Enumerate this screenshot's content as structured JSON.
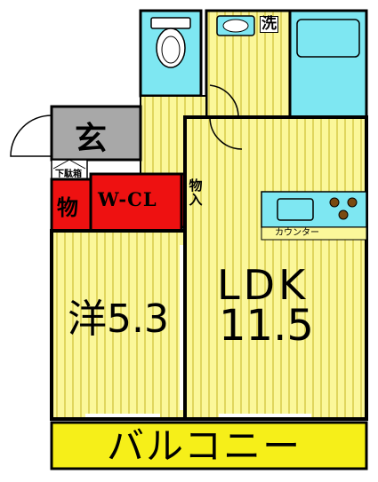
{
  "rooms": {
    "genkan": "玄",
    "walk_in_closet": "W-CL",
    "storage_left": "物",
    "storage_entry": "物入",
    "shoe_box": "下駄箱",
    "washer": "洗",
    "counter": "カウンター",
    "ldk_label": "LDK",
    "ldk_size": "11.5",
    "western_room": "洋5.3",
    "balcony": "バルコニー"
  },
  "colors": {
    "floor_yellow": "#fbf79a",
    "floor_stripe": "#d8cc4a",
    "wet_area_cyan": "#7ee7f2",
    "genkan_gray": "#a8a8a8",
    "storage_red": "#ee1111",
    "balcony_yellow": "#f6ef19",
    "wall": "#000000"
  }
}
